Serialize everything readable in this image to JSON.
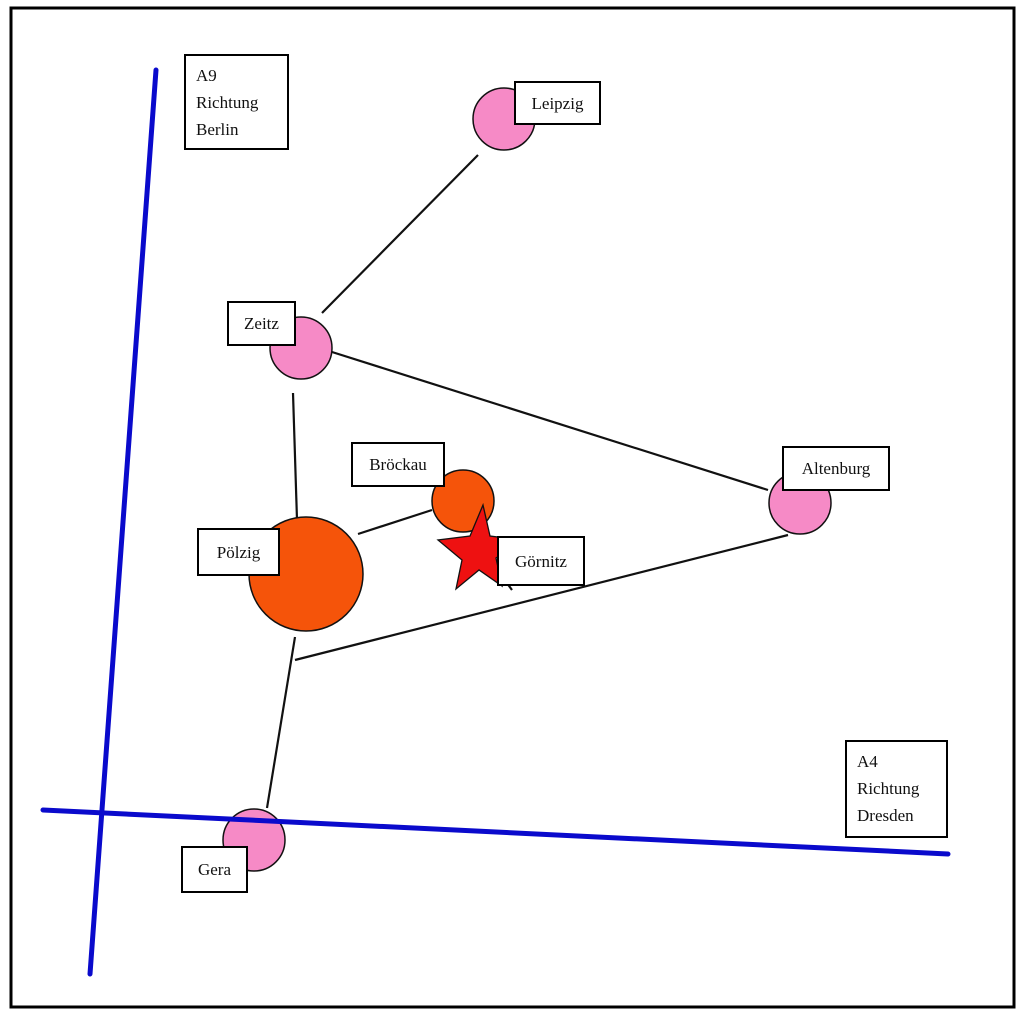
{
  "colors": {
    "frame": "#000000",
    "road_line": "#111111",
    "highway": "#0a0acc",
    "city_pink": "#f68ac6",
    "village_orange": "#f5540a",
    "star_red": "#ee1111"
  },
  "highways": {
    "a9": {
      "lines": [
        "A9",
        "Richtung",
        "Berlin"
      ]
    },
    "a4": {
      "lines": [
        "A4",
        "Richtung",
        "Dresden"
      ]
    }
  },
  "places": {
    "leipzig": {
      "label": "Leipzig",
      "kind": "city"
    },
    "zeitz": {
      "label": "Zeitz",
      "kind": "city"
    },
    "altenburg": {
      "label": "Altenburg",
      "kind": "city"
    },
    "gera": {
      "label": "Gera",
      "kind": "city"
    },
    "broeckau": {
      "label": "Bröckau",
      "kind": "village"
    },
    "poelzig": {
      "label": "Pölzig",
      "kind": "village"
    },
    "goernitz": {
      "label": "Görnitz",
      "kind": "star-location"
    }
  }
}
